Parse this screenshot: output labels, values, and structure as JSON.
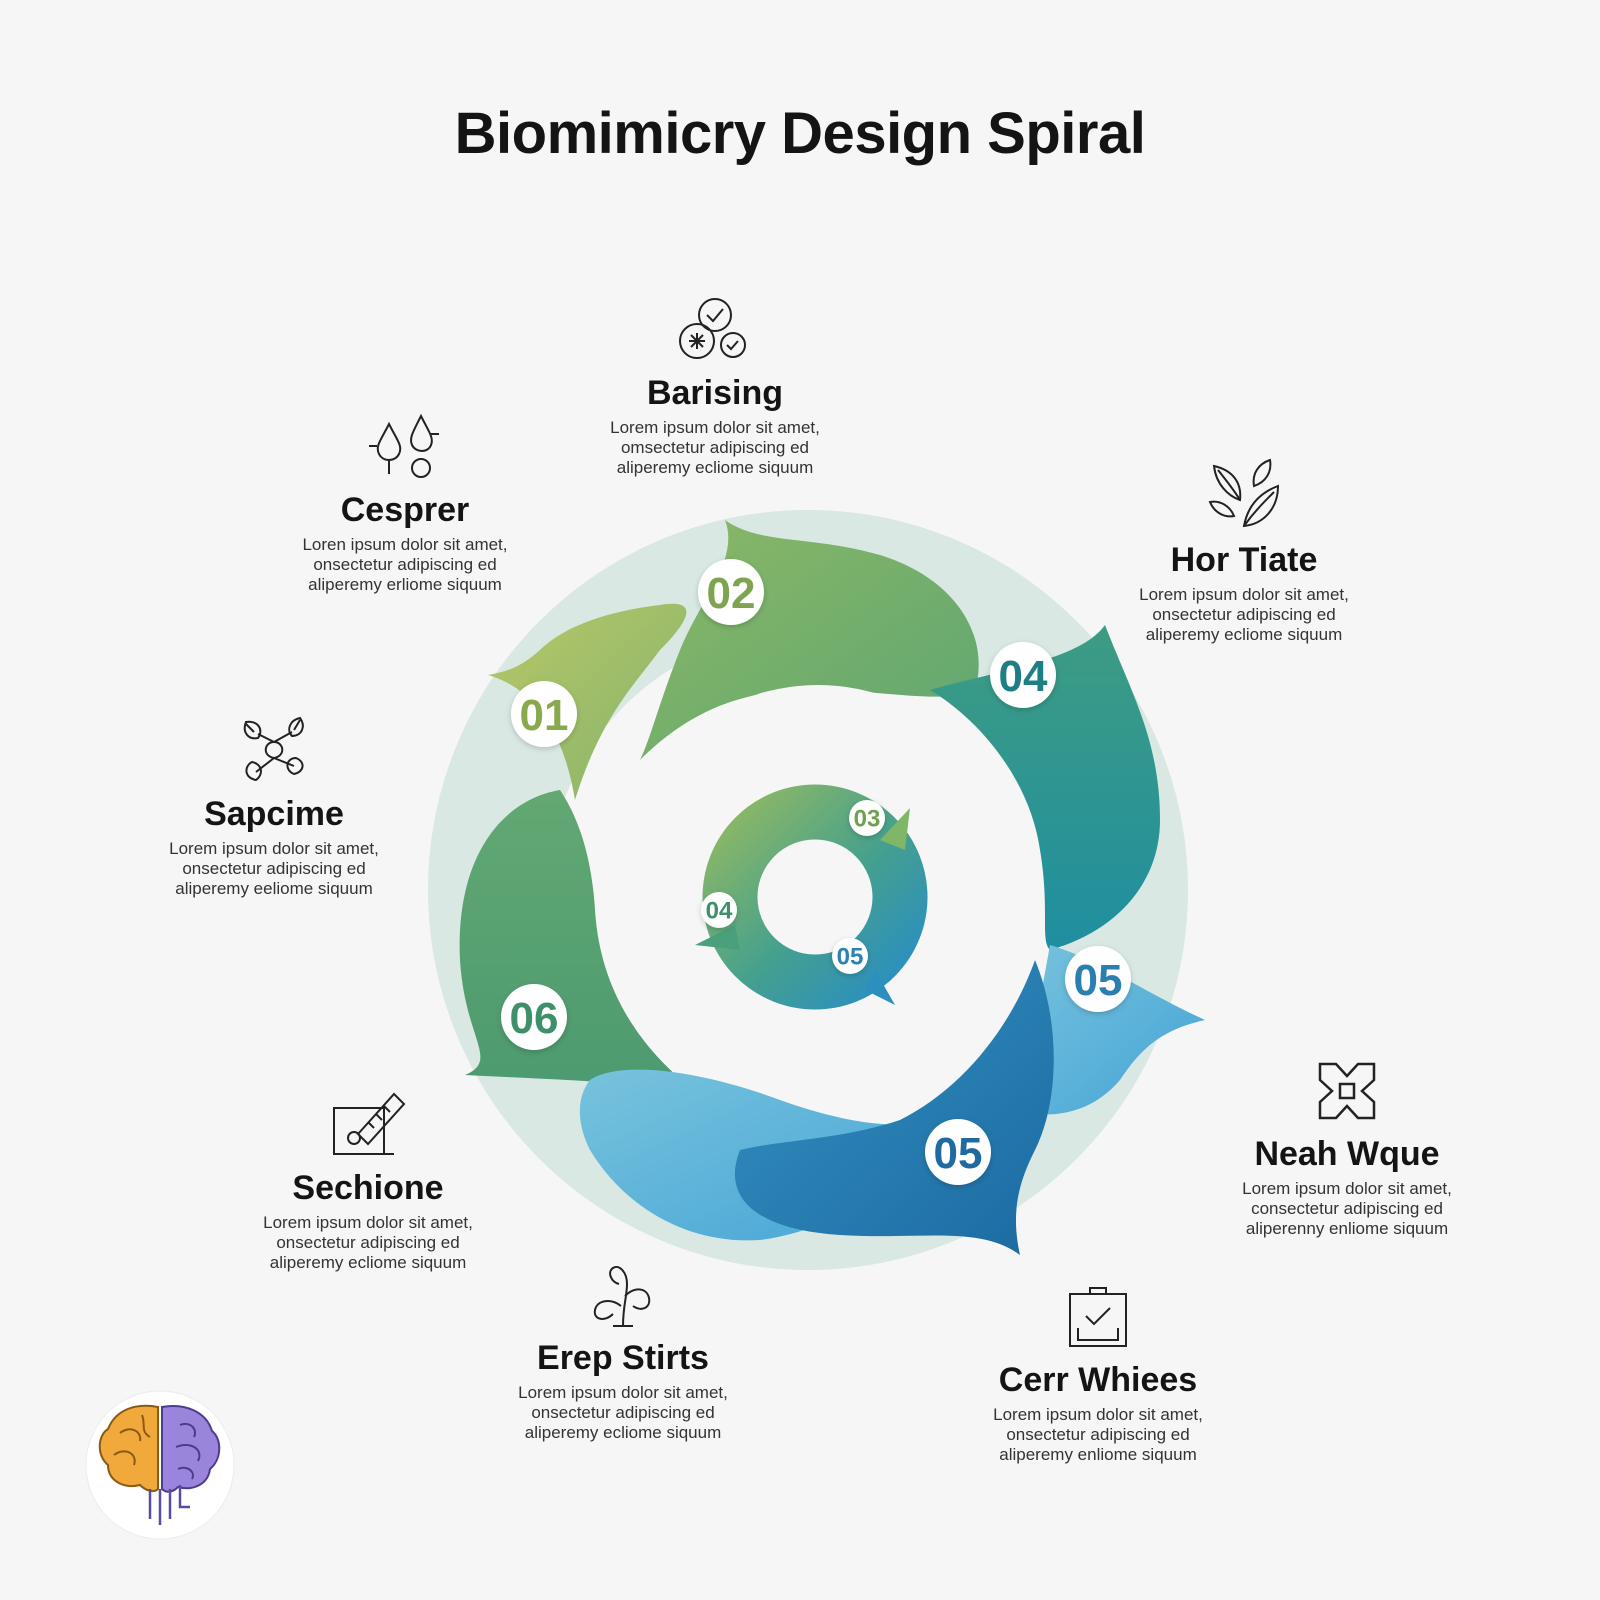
{
  "title": "Biomimicry Design Spiral",
  "colors": {
    "background": "#f6f6f7",
    "olive_green": "#a4bc5e",
    "green": "#5fa66f",
    "teal": "#2a9396",
    "light_blue": "#5fb4dc",
    "blue": "#2170a6",
    "badge_text": "#1e6a7c"
  },
  "steps": [
    {
      "id": "barising",
      "title": "Barising",
      "icon": "seeds-check-icon",
      "desc": "Lorem ipsum dolor sit amet,\nomsectetur adipiscing ed\naliperemy ecliome siquum"
    },
    {
      "id": "cesprer",
      "title": "Cesprer",
      "icon": "water-drops-icon",
      "desc": "Loren ipsum dolor sit amet,\nonsectetur adipiscing ed\naliperemy erliome siquum"
    },
    {
      "id": "hor-tiate",
      "title": "Hor Tiate",
      "icon": "leaves-icon",
      "desc": "Lorem ipsum dolor sit amet,\nonsectetur adipiscing ed\naliperemy ecliome siquum"
    },
    {
      "id": "sapcime",
      "title": "Sapcime",
      "icon": "flowers-icon",
      "desc": "Lorem ipsum dolor sit amet,\nonsectetur adipiscing ed\naliperemy eeliome siquum"
    },
    {
      "id": "neah-wque",
      "title": "Neah Wque",
      "icon": "cross-frame-icon",
      "desc": "Lorem ipsum dolor sit amet,\nconsectetur adipiscing ed\naliperenny enliome siquum"
    },
    {
      "id": "sechione",
      "title": "Sechione",
      "icon": "microscope-icon",
      "desc": "Lorem ipsum dolor sit amet,\nonsectetur adipiscing ed\naliperemy ecliome siquum"
    },
    {
      "id": "erep-stirts",
      "title": "Erep Stirts",
      "icon": "sprout-icon",
      "desc": "Lorem ipsum dolor sit amet,\nonsectetur adipiscing ed\naliperemy ecliome siquum"
    },
    {
      "id": "cerr-whiees",
      "title": "Cerr Whiees",
      "icon": "clipboard-check-icon",
      "desc": "Lorem ipsum dolor sit amet,\nonsectetur adipiscing ed\naliperemy enliome siquum"
    }
  ],
  "outer_badges": [
    "01",
    "02",
    "04",
    "05",
    "05",
    "06"
  ],
  "inner_badges": [
    "03",
    "04",
    "05"
  ],
  "logo": {
    "icon": "brain-gear-icon"
  }
}
